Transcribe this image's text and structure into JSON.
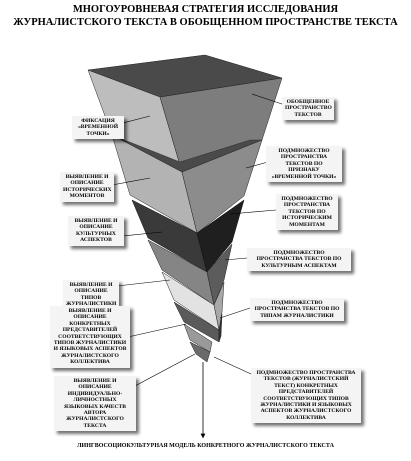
{
  "title": {
    "line1": "МНОГОУРОВНЕВАЯ СТРАТЕГИЯ ИССЛЕДОВАНИЯ",
    "line2": "ЖУРНАЛИСТСКОГО ТЕКСТА В ОБОБЩЕННОМ ПРОСТРАНСТВЕ ТЕКСТА"
  },
  "left_labels": [
    "ФИКСАЦИЯ «ВРЕМЕННОЙ ТОЧКИ»",
    "ВЫЯВЛЕНИЕ И ОПИСАНИЕ ИСТОРИЧЕСКИХ МОМЕНТОВ",
    "ВЫЯВЛЕНИЕ И ОПИСАНИЕ КУЛЬТУРНЫХ АСПЕКТОВ",
    "ВЫЯВЛЕНИЕ И ОПИСАНИЕ ТИПОВ ЖУРНАЛИСТИКИ",
    "ВЫЯВЛЕНИЕ И ОПИСАНИЕ КОНКРЕТНЫХ ПРЕДСТАВИТЕЛЕЙ СООТВЕТСТВУЮЩИХ ТИПОВ ЖУРНАЛИСТИКИ И ЯЗЫКОВЫХ АСПЕКТОВ ЖУРНАЛИСТСКОГО КОЛЛЕКТИВА",
    "ВЫЯВЛЕНИЕ И ОПИСАНИЕ ИНДИВИДУАЛЬНО-ЛИЧНОСТНЫХ ЯЗЫКОВЫХ КАЧЕСТВ АВТОРА ЖУРНАЛИСТСКОГО ТЕКСТА"
  ],
  "right_labels": [
    "ОБОБЩЕННОЕ ПРОСТРАНСТВО ТЕКСТОВ",
    "ПОДМНОЖЕСТВО ПРОСТРАНСТВА ТЕКСТОВ ПО ПРИЗНАКУ «ВРЕМЕННОЙ ТОЧКИ»",
    "ПОДМНОЖЕСТВО ПРОСТРАНСТВА ТЕКСТОВ ПО ИСТОРИЧЕСКИМ МОМЕНТАМ",
    "ПОДМНОЖЕСТВО ПРОСТРАНСТВА ТЕКСТОВ ПО КУЛЬТУРНЫМ АСПЕКТАМ",
    "ПОДМНОЖЕСТВО ПРОСТРАНСТВА ТЕКСТОВ ПО ТИПАМ ЖУРНАЛИСТИКИ",
    "ПОДМНОЖЕСТВО ПРОСТРАНСТВА ТЕКСТОВ (ЖУРНАЛИСТСКИЙ ТЕКСТ) КОНКРЕТНЫХ ПРЕДСТАВИТЕЛЕЙ СООТВЕТСТВУЮЩИХ ТИПОВ ЖУРНАЛИСТИКИ И ЯЗЫКОВЫХ АСПЕКТОВ ЖУРНАЛИСТСКОГО КОЛЛЕКТИВА"
  ],
  "footer": "ЛИНГВОСОЦИОКУЛЬТУРНАЯ МОДЕЛЬ КОНКРЕТНОГО ЖУРНАЛИСТСКОГО ТЕКСТА",
  "colors": {
    "layer1_top": "#4a4a4a",
    "layer1_front": "#b9b9b9",
    "layer1_side": "#7d7d7d",
    "layer2_front": "#b0b0b0",
    "layer3_front": "#3a3a3a",
    "layer4_front": "#858585",
    "layer5_front": "#d6d6d6",
    "layer6_front": "#555555"
  }
}
